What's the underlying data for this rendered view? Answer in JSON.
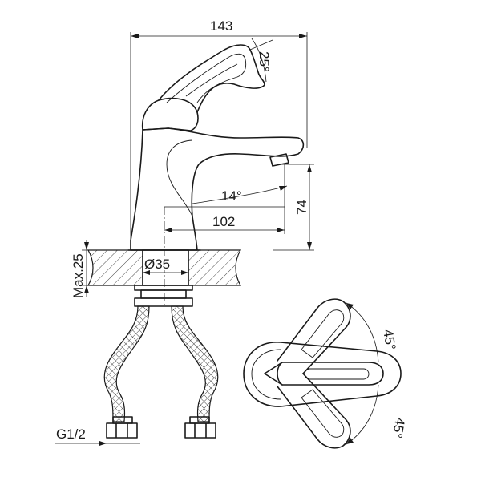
{
  "dimensions": {
    "width_total": "143",
    "handle_angle": "25°",
    "spout_angle": "14°",
    "reach": "102",
    "height_spout": "74",
    "max_thickness": "Max.25",
    "hole_diameter": "Ø35",
    "thread": "G1/2",
    "rotation_upper": "45°",
    "rotation_lower": "45°"
  }
}
